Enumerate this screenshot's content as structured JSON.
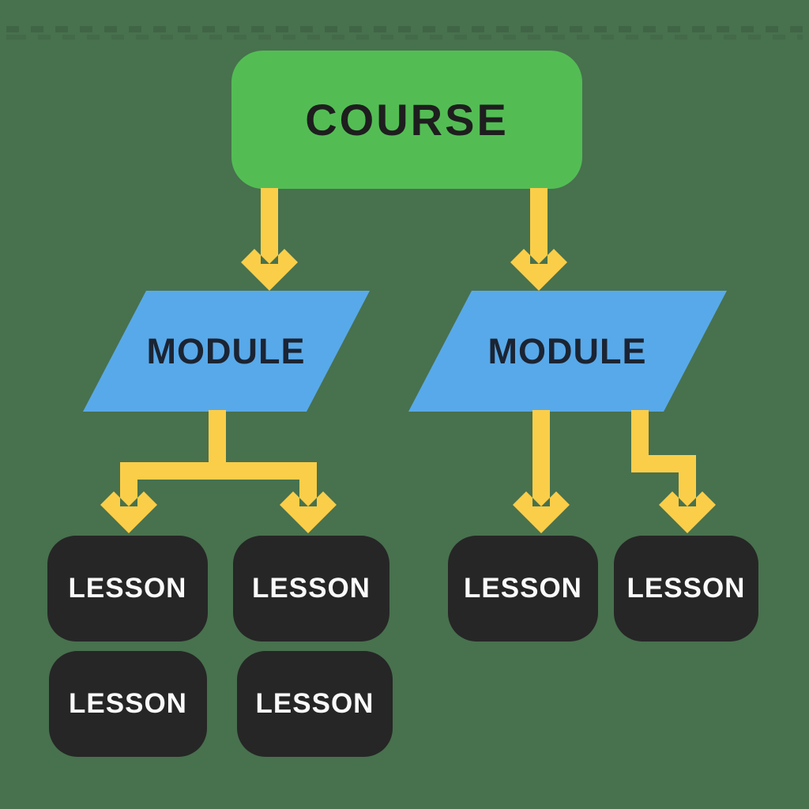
{
  "colors": {
    "background": "#48714e",
    "course_green": "#53bd54",
    "module_blue": "#58a9e9",
    "lesson_dark": "#262626",
    "arrow_yellow": "#fbce49",
    "course_text": "#1e1e1e",
    "module_text": "#1b2433",
    "lesson_text": "#fafafa"
  },
  "diagram": {
    "type": "hierarchy-flowchart",
    "course": {
      "label": "COURSE"
    },
    "modules": [
      {
        "label": "MODULE"
      },
      {
        "label": "MODULE"
      }
    ],
    "lessons": [
      {
        "label": "LESSON"
      },
      {
        "label": "LESSON"
      },
      {
        "label": "LESSON"
      },
      {
        "label": "LESSON"
      },
      {
        "label": "LESSON"
      },
      {
        "label": "LESSON"
      }
    ]
  }
}
